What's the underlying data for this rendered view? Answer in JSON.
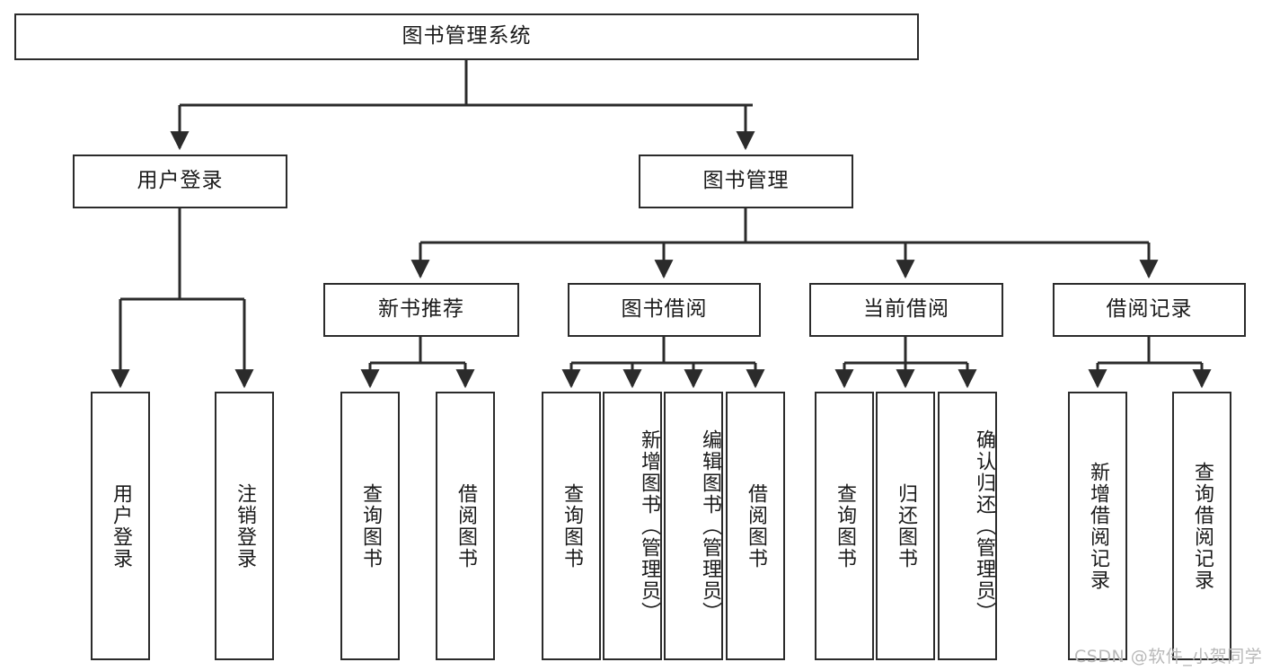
{
  "diagram": {
    "title": "图书管理系统",
    "type": "hierarchy-tree",
    "orientation": "top-down",
    "colors": {
      "box_border": "#2b2b2b",
      "box_fill": "#ffffff",
      "edge": "#2b2b2b",
      "text": "#1a1a1a",
      "watermark": "#b8b8b8",
      "background": "#ffffff"
    },
    "root": {
      "label": "图书管理系统"
    },
    "level2": [
      {
        "id": "user-login",
        "label": "用户登录"
      },
      {
        "id": "book-management",
        "label": "图书管理"
      }
    ],
    "level3": [
      {
        "id": "new-book-recommend",
        "label": "新书推荐",
        "parent": "book-management"
      },
      {
        "id": "book-borrow",
        "label": "图书借阅",
        "parent": "book-management"
      },
      {
        "id": "current-borrow",
        "label": "当前借阅",
        "parent": "book-management"
      },
      {
        "id": "borrow-record",
        "label": "借阅记录",
        "parent": "book-management"
      }
    ],
    "leaves": [
      {
        "id": "leaf-user-login",
        "label": "用户登录",
        "parent": "user-login"
      },
      {
        "id": "leaf-logout-login",
        "label": "注销登录",
        "parent": "user-login"
      },
      {
        "id": "leaf-query-book-1",
        "label": "查询图书",
        "parent": "new-book-recommend"
      },
      {
        "id": "leaf-borrow-book-1",
        "label": "借阅图书",
        "parent": "new-book-recommend"
      },
      {
        "id": "leaf-query-book-2",
        "label": "查询图书",
        "parent": "book-borrow"
      },
      {
        "id": "leaf-add-book",
        "label": "新增图书（管理员）",
        "parent": "book-borrow"
      },
      {
        "id": "leaf-edit-book",
        "label": "编辑图书（管理员）",
        "parent": "book-borrow"
      },
      {
        "id": "leaf-borrow-book-2",
        "label": "借阅图书",
        "parent": "book-borrow"
      },
      {
        "id": "leaf-query-book-3",
        "label": "查询图书",
        "parent": "current-borrow"
      },
      {
        "id": "leaf-return-book",
        "label": "归还图书",
        "parent": "current-borrow"
      },
      {
        "id": "leaf-confirm-return",
        "label": "确认归还（管理员）",
        "parent": "current-borrow"
      },
      {
        "id": "leaf-add-record",
        "label": "新增借阅记录",
        "parent": "borrow-record"
      },
      {
        "id": "leaf-query-record",
        "label": "查询借阅记录",
        "parent": "borrow-record"
      }
    ],
    "watermark": "CSDN @软件_小贺同学"
  }
}
